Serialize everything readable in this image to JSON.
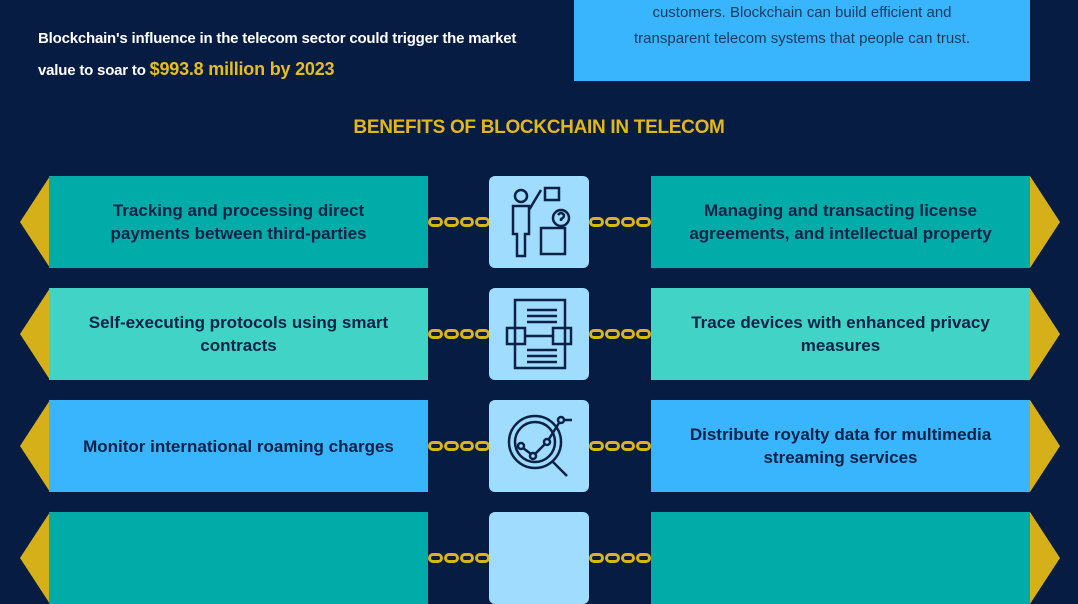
{
  "intro": {
    "text": "Blockchain's influence in the telecom sector could trigger the market value to soar to",
    "highlight": "$993.8 million by 2023"
  },
  "quote": {
    "line1": "customers. Blockchain can build efficient and",
    "line2": "transparent telecom systems that people can trust."
  },
  "title": "BENEFITS OF BLOCKCHAIN  IN TELECOM",
  "rows": [
    {
      "left": "Tracking and processing direct payments between third-parties",
      "right": "Managing and transacting license agreements, and intellectual property",
      "icon": "person-puzzle-icon",
      "color": "#00aba8"
    },
    {
      "left": "Self-executing protocols using smart contracts",
      "right": "Trace devices with enhanced privacy measures",
      "icon": "smart-contract-icon",
      "color": "#40d3c6"
    },
    {
      "left": "Monitor international roaming charges",
      "right": "Distribute royalty data for multimedia streaming services",
      "icon": "magnifier-chart-icon",
      "color": "#39b5fe"
    },
    {
      "left": "",
      "right": "",
      "icon": "partial-icon",
      "color": "#00aba8"
    }
  ],
  "colors": {
    "background": "#061c42",
    "gold": "#d6b019",
    "icon_bg": "#9fdcfd"
  }
}
